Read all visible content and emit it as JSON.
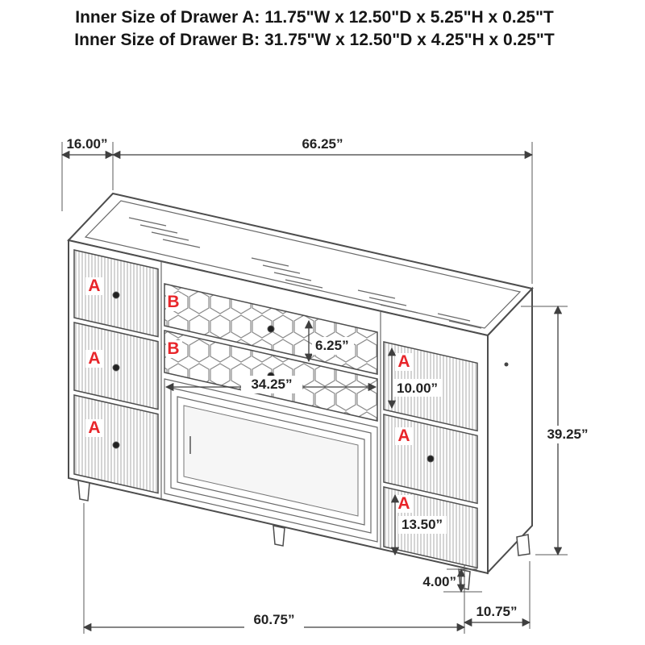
{
  "title": {
    "line1": "Inner Size of Drawer A: 11.75\"W x 12.50\"D x 5.25\"H x 0.25\"T",
    "line2": "Inner Size of Drawer B: 31.75\"W x 12.50\"D x 4.25\"H x 0.25\"T"
  },
  "dims": {
    "depth_top": "16.00”",
    "width_top": "66.25”",
    "height_right": "39.25”",
    "b_height": "6.25”",
    "b_width": "34.25”",
    "a_right_height": "10.00”",
    "a_bottom_height": "13.50”",
    "leg_height": "4.00”",
    "width_bottom": "60.75”",
    "depth_bottom": "10.75”"
  },
  "labels": {
    "a": "A",
    "b": "B"
  },
  "colors": {
    "label_red": "#e8252a",
    "line": "#4d4d4d",
    "text": "#161616"
  }
}
